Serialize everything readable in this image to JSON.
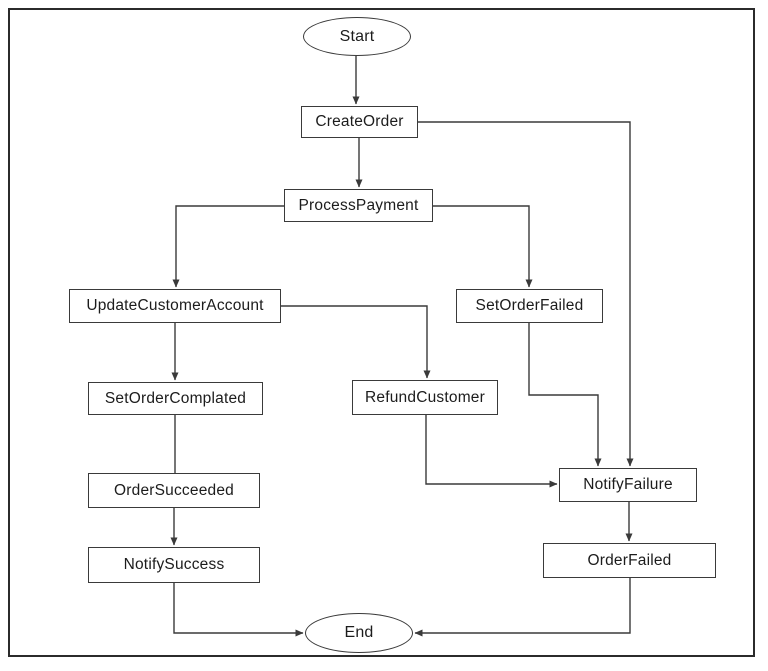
{
  "diagram": {
    "description": "Order processing saga flowchart",
    "nodes": {
      "start": {
        "label": "Start",
        "shape": "ellipse"
      },
      "create_order": {
        "label": "CreateOrder",
        "shape": "rect"
      },
      "process_payment": {
        "label": "ProcessPayment",
        "shape": "rect"
      },
      "update_customer_account": {
        "label": "UpdateCustomerAccount",
        "shape": "rect"
      },
      "set_order_failed": {
        "label": "SetOrderFailed",
        "shape": "rect"
      },
      "set_order_complated": {
        "label": "SetOrderComplated",
        "shape": "rect"
      },
      "refund_customer": {
        "label": "RefundCustomer",
        "shape": "rect"
      },
      "order_succeeded": {
        "label": "OrderSucceeded",
        "shape": "rect"
      },
      "notify_failure": {
        "label": "NotifyFailure",
        "shape": "rect"
      },
      "notify_success": {
        "label": "NotifySuccess",
        "shape": "rect"
      },
      "order_failed": {
        "label": "OrderFailed",
        "shape": "rect"
      },
      "end": {
        "label": "End",
        "shape": "ellipse"
      }
    },
    "edges": [
      {
        "from": "Start",
        "to": "CreateOrder",
        "arrow": true
      },
      {
        "from": "CreateOrder",
        "to": "ProcessPayment",
        "arrow": true
      },
      {
        "from": "CreateOrder",
        "to": "NotifyFailure",
        "arrow": true
      },
      {
        "from": "ProcessPayment",
        "to": "UpdateCustomerAccount",
        "arrow": true
      },
      {
        "from": "ProcessPayment",
        "to": "SetOrderFailed",
        "arrow": true
      },
      {
        "from": "UpdateCustomerAccount",
        "to": "SetOrderComplated",
        "arrow": true
      },
      {
        "from": "UpdateCustomerAccount",
        "to": "RefundCustomer",
        "arrow": true
      },
      {
        "from": "SetOrderComplated",
        "to": "OrderSucceeded",
        "arrow": false
      },
      {
        "from": "OrderSucceeded",
        "to": "NotifySuccess",
        "arrow": true
      },
      {
        "from": "RefundCustomer",
        "to": "NotifyFailure",
        "arrow": true
      },
      {
        "from": "SetOrderFailed",
        "to": "NotifyFailure",
        "arrow": true
      },
      {
        "from": "NotifyFailure",
        "to": "OrderFailed",
        "arrow": true
      },
      {
        "from": "NotifySuccess",
        "to": "End",
        "arrow": true
      },
      {
        "from": "OrderFailed",
        "to": "End",
        "arrow": true
      }
    ],
    "colors": {
      "line": "#3a3a3a",
      "node_border": "#3a3a3a",
      "background": "#ffffff",
      "text": "#1c1c1c"
    }
  }
}
